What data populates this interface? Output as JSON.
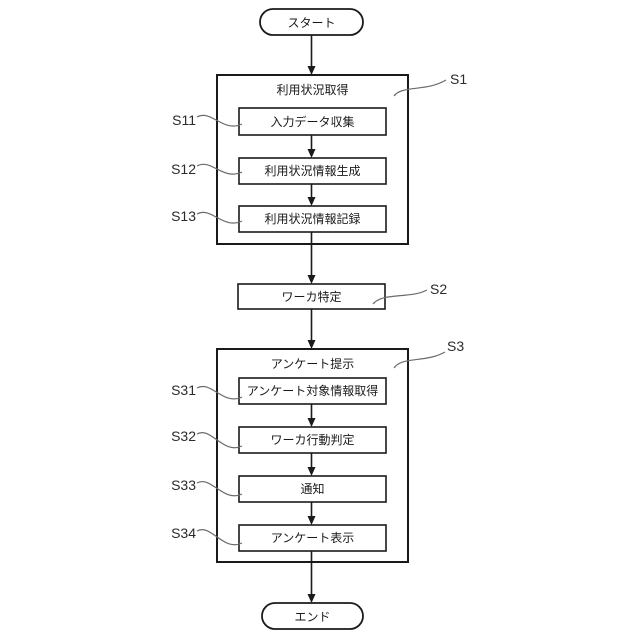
{
  "figure": {
    "type": "flowchart",
    "terminals": {
      "start": "スタート",
      "end": "エンド"
    },
    "groups": [
      {
        "ref": "S1",
        "title": "利用状況取得",
        "steps": [
          {
            "ref": "S11",
            "label": "入力データ収集"
          },
          {
            "ref": "S12",
            "label": "利用状況情報生成"
          },
          {
            "ref": "S13",
            "label": "利用状況情報記録"
          }
        ]
      },
      {
        "ref": "S3",
        "title": "アンケート提示",
        "steps": [
          {
            "ref": "S31",
            "label": "アンケート対象情報取得"
          },
          {
            "ref": "S32",
            "label": "ワーカ行動判定"
          },
          {
            "ref": "S33",
            "label": "通知"
          },
          {
            "ref": "S34",
            "label": "アンケート表示"
          }
        ]
      }
    ],
    "standalone": [
      {
        "ref": "S2",
        "label": "ワーカ特定"
      }
    ],
    "edges": [
      [
        "start",
        "S1"
      ],
      [
        "S11",
        "S12"
      ],
      [
        "S12",
        "S13"
      ],
      [
        "S1",
        "S2"
      ],
      [
        "S2",
        "S3"
      ],
      [
        "S31",
        "S32"
      ],
      [
        "S32",
        "S33"
      ],
      [
        "S33",
        "S34"
      ],
      [
        "S3",
        "end"
      ]
    ],
    "colors": {
      "line": "#1a1a1a",
      "leader": "#6b6b6b",
      "background": "#ffffff",
      "text": "#1a1a1a"
    }
  }
}
